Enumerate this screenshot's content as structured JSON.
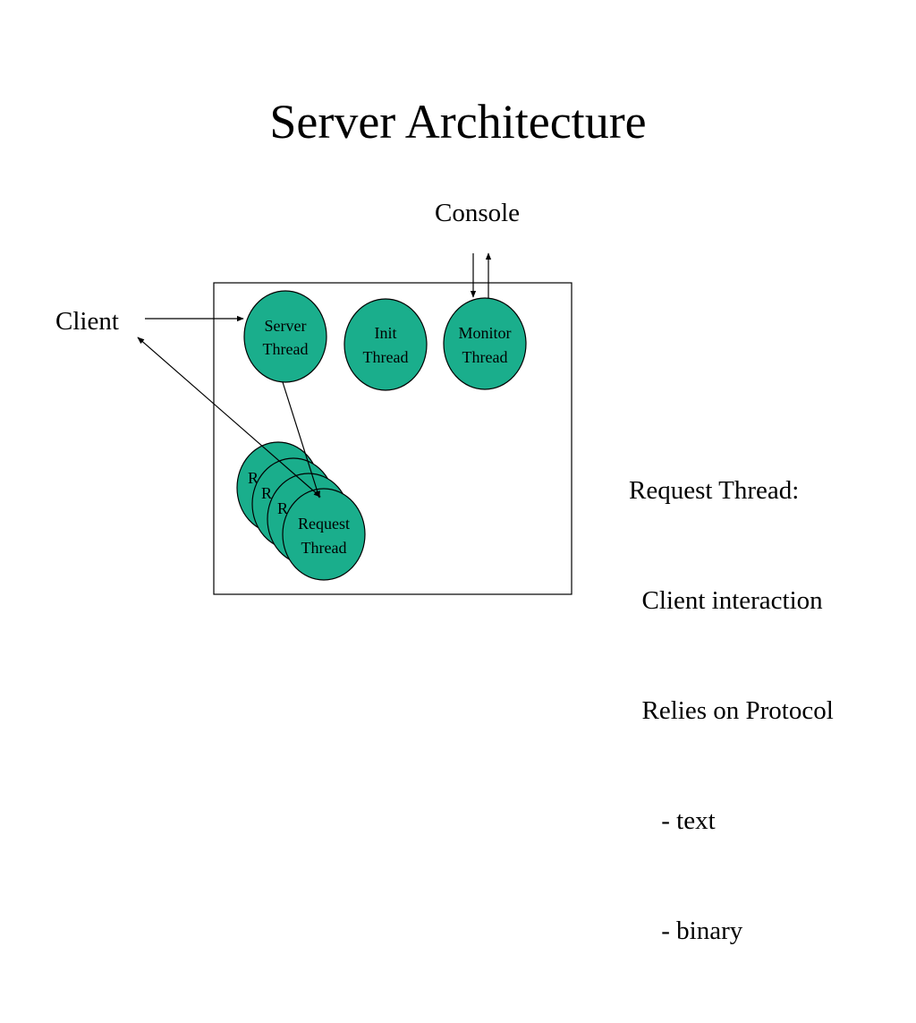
{
  "slide": {
    "title": "Server Architecture"
  },
  "diagram": {
    "console_label": "Console",
    "client_label": "Client",
    "server_thread": [
      "Server",
      "Thread"
    ],
    "init_thread": [
      "Init",
      "Thread"
    ],
    "monitor_thread": [
      "Monitor",
      "Thread"
    ],
    "request_thread": [
      "Request",
      "Thread"
    ],
    "stacked_labels": [
      "R",
      "R",
      "R"
    ],
    "colors": {
      "node_fill": "#1aae8c",
      "stroke": "#000000",
      "background": "#ffffff"
    }
  },
  "notes": {
    "lines": [
      "Request Thread:",
      "  Client interaction",
      "  Relies on Protocol",
      "     - text",
      "     - binary"
    ]
  }
}
